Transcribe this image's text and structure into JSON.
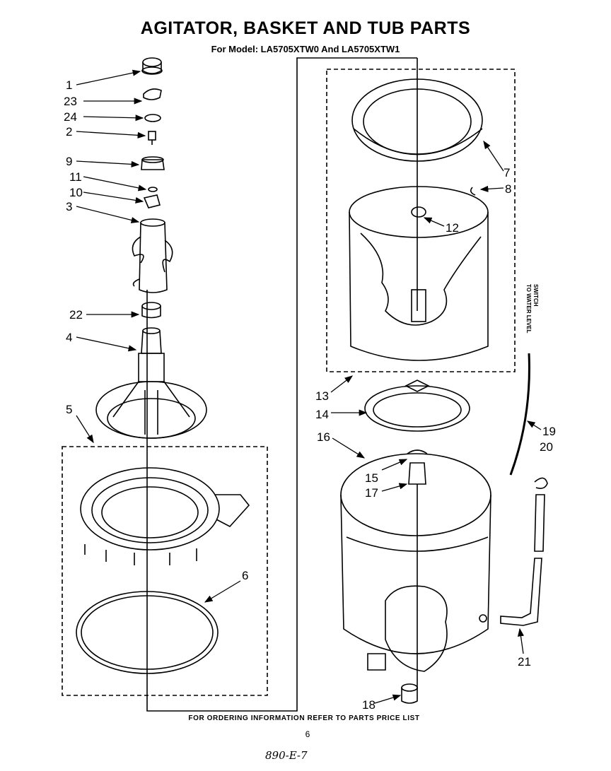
{
  "title": "AGITATOR, BASKET AND TUB PARTS",
  "subtitle": "For Model: LA5705XTW0 And LA5705XTW1",
  "footer": "FOR ORDERING INFORMATION REFER TO PARTS PRICE LIST",
  "page_number": "6",
  "handwritten_note": "890-E-7",
  "water_level_note": {
    "line1": "TO WATER LEVEL",
    "line2": "SWITCH"
  },
  "part_labels": {
    "p1": "1",
    "p23": "23",
    "p24": "24",
    "p2": "2",
    "p9": "9",
    "p11": "11",
    "p10": "10",
    "p3": "3",
    "p22": "22",
    "p4": "4",
    "p5": "5",
    "p6": "6",
    "p7": "7",
    "p8": "8",
    "p12": "12",
    "p13": "13",
    "p14": "14",
    "p16": "16",
    "p15": "15",
    "p17": "17",
    "p18": "18",
    "p19": "19",
    "p20": "20",
    "p21": "21"
  }
}
